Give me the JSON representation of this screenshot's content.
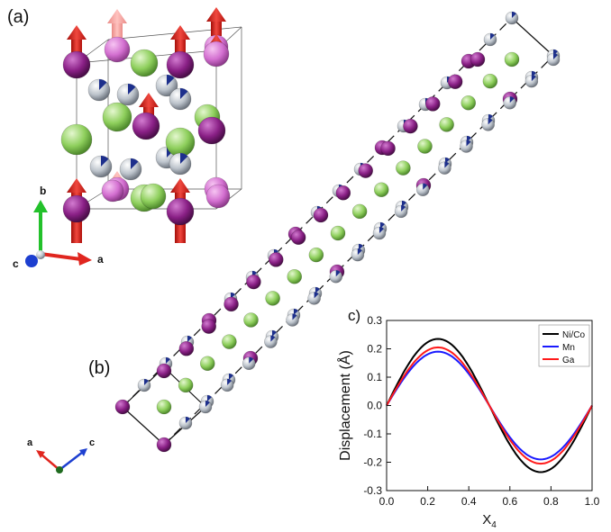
{
  "panels": {
    "a": "(a)",
    "b": "(b)",
    "c": "c)"
  },
  "axes_a": {
    "b": "b",
    "c": "c",
    "a": "a"
  },
  "axes_b": {
    "a": "a",
    "c": "c"
  },
  "colors": {
    "ni_co": "#7a1a6e",
    "mn": "#bcc3cb",
    "ga": "#8ecf5c",
    "spin_arrow": "#e0261f",
    "axis_b": "#23c12b",
    "axis_a": "#e0261f",
    "axis_c": "#1d3fd0"
  },
  "chart_data": {
    "type": "line",
    "xlabel": "X",
    "xlabel_sub": "4",
    "ylabel": "Displacement (Å)",
    "xlim": [
      0.0,
      1.0
    ],
    "ylim": [
      -0.3,
      0.3
    ],
    "x_ticks": [
      "0.0",
      "0.2",
      "0.4",
      "0.6",
      "0.8",
      "1.0"
    ],
    "y_ticks": [
      "0.3",
      "0.2",
      "0.1",
      "0.0",
      "-0.1",
      "-0.2",
      "-0.3"
    ],
    "legend_position": "top-right",
    "series": [
      {
        "name": "Ni/Co",
        "color": "#000000",
        "amplitude": 0.235,
        "x": [
          0,
          0.125,
          0.25,
          0.375,
          0.5,
          0.625,
          0.75,
          0.875,
          1.0
        ],
        "y": [
          0,
          0.166,
          0.235,
          0.166,
          0,
          -0.166,
          -0.235,
          -0.166,
          0
        ]
      },
      {
        "name": "Mn",
        "color": "#1a1aff",
        "amplitude": 0.19,
        "x": [
          0,
          0.125,
          0.25,
          0.375,
          0.5,
          0.625,
          0.75,
          0.875,
          1.0
        ],
        "y": [
          0,
          0.134,
          0.19,
          0.134,
          0,
          -0.134,
          -0.19,
          -0.134,
          0
        ]
      },
      {
        "name": "Ga",
        "color": "#ff1a1a",
        "amplitude": 0.205,
        "x": [
          0,
          0.125,
          0.25,
          0.375,
          0.5,
          0.625,
          0.75,
          0.875,
          1.0
        ],
        "y": [
          0,
          0.145,
          0.205,
          0.145,
          0,
          -0.145,
          -0.205,
          -0.145,
          0
        ]
      }
    ]
  }
}
